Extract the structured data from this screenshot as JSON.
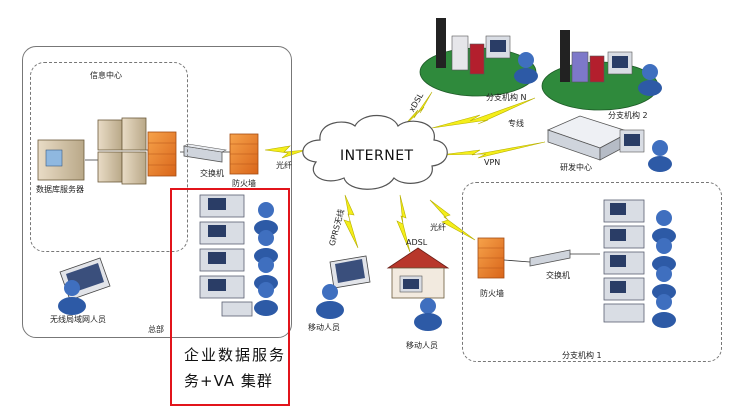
{
  "labels": {
    "info_center": "信息中心",
    "db_server": "数据库服务器",
    "switch_hq": "交换机",
    "firewall_hq": "防火墙",
    "wireless_user": "无线局域网人员",
    "hq": "总部",
    "enterprise_service": "企业数据服务",
    "va_cluster": "务+VA 集群",
    "internet": "INTERNET",
    "fiber_hq": "光纤",
    "branch_n": "分支机构 N",
    "branch_2": "分支机构 2",
    "xdsl": "xDSL",
    "leased_line": "专线",
    "vpn": "VPN",
    "rd_center": "研发中心",
    "gprs": "GPRS无线",
    "adsl": "ADSL",
    "fiber_branch": "光纤",
    "mobile_user_1": "移动人员",
    "mobile_user_2": "移动人员",
    "firewall_branch": "防火墙",
    "switch_branch": "交换机",
    "branch_1": "分支机构 1"
  },
  "colors": {
    "red_box": "#e2141b",
    "lightning": "#f4ee1a",
    "firewall": "#f08a2e",
    "person": "#3f6fbf",
    "branch_ground": "#2f8a3c"
  }
}
